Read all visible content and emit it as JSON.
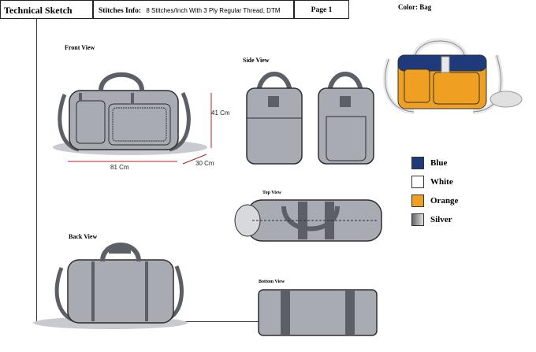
{
  "header": {
    "title": "Technical Sketch",
    "info_label": "Stitches Info:",
    "info_value": "8 Stitches/Inch With 3 Ply Regular Thread, DTM",
    "page": "Page 1"
  },
  "color_label": "Color: Bag",
  "views": {
    "front": "Front View",
    "side": "Side View",
    "top": "Top View",
    "back": "Back View",
    "bottom": "Bottom View"
  },
  "dimensions": {
    "height": "41 Cm",
    "width": "81 Cm",
    "depth": "30 Cm"
  },
  "swatches": [
    {
      "name": "Blue",
      "color": "#1f3a7a"
    },
    {
      "name": "White",
      "color": "#ffffff"
    },
    {
      "name": "Orange",
      "color": "#f0a020"
    },
    {
      "name": "Silver",
      "color": "#a8a8a8"
    }
  ],
  "colors": {
    "bag_body": "#a9abb3",
    "strap": "#5c5f66",
    "outline": "#2c2e33",
    "line": "#222222"
  }
}
